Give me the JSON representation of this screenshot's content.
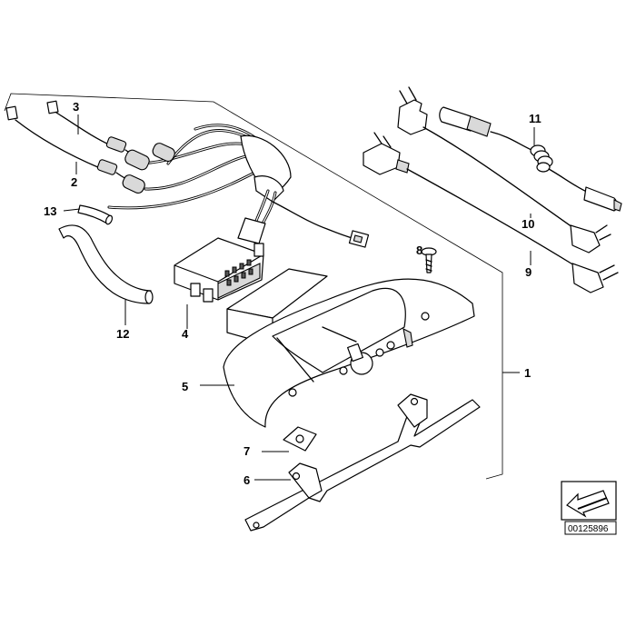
{
  "callouts": {
    "c1": "1",
    "c2": "2",
    "c3": "3",
    "c4": "4",
    "c5": "5",
    "c6": "6",
    "c7": "7",
    "c8": "8",
    "c9": "9",
    "c10": "10",
    "c11": "11",
    "c12": "12",
    "c13": "13"
  },
  "document_number": "00125896",
  "colors": {
    "line": "#000000",
    "shade": "#d9d9d9",
    "background": "#ffffff"
  },
  "icons": {
    "corner_symbol": "arrow-down-left-icon"
  }
}
